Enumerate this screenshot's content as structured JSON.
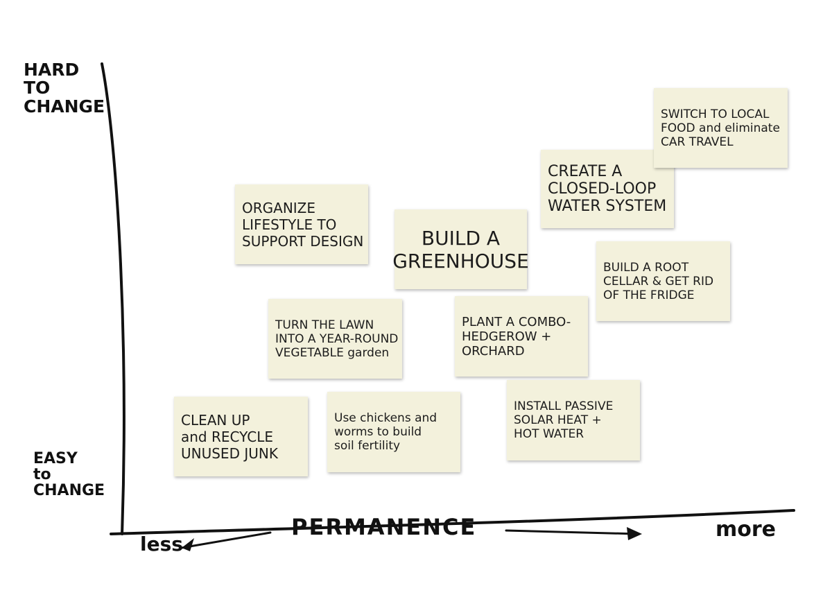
{
  "axes": {
    "y_top": [
      "HARD",
      "TO",
      "CHANGE"
    ],
    "y_bottom": [
      "EASY",
      "to",
      "CHANGE"
    ],
    "x_title": "PERMANENCE",
    "x_less": "less",
    "x_more": "more"
  },
  "notes": [
    {
      "id": "organize",
      "lines": [
        "ORGANIZE",
        "LIFESTYLE TO",
        "SUPPORT DESIGN"
      ]
    },
    {
      "id": "greenhouse",
      "lines": [
        "BUILD A",
        "GREENHOUSE"
      ]
    },
    {
      "id": "closed-loop",
      "lines": [
        "CREATE A",
        "CLOSED-LOOP",
        "WATER SYSTEM"
      ]
    },
    {
      "id": "local-food",
      "lines": [
        "SWITCH TO LOCAL",
        "FOOD and eliminate",
        "CAR TRAVEL"
      ]
    },
    {
      "id": "root-cellar",
      "lines": [
        "BUILD A ROOT",
        "CELLAR & GET RID",
        "OF THE FRIDGE"
      ]
    },
    {
      "id": "lawn",
      "lines": [
        "TURN THE LAWN",
        "INTO A YEAR-ROUND",
        "VEGETABLE garden"
      ]
    },
    {
      "id": "hedgerow",
      "lines": [
        "PLANT A COMBO-",
        "HEDGEROW +",
        "ORCHARD"
      ]
    },
    {
      "id": "clean-up",
      "lines": [
        "CLEAN UP",
        "and RECYCLE",
        "UNUSED JUNK"
      ]
    },
    {
      "id": "chickens",
      "lines": [
        "Use chickens and",
        "worms to build",
        "soil fertility"
      ]
    },
    {
      "id": "solar",
      "lines": [
        "INSTALL PASSIVE",
        "SOLAR HEAT +",
        "HOT WATER"
      ]
    }
  ]
}
